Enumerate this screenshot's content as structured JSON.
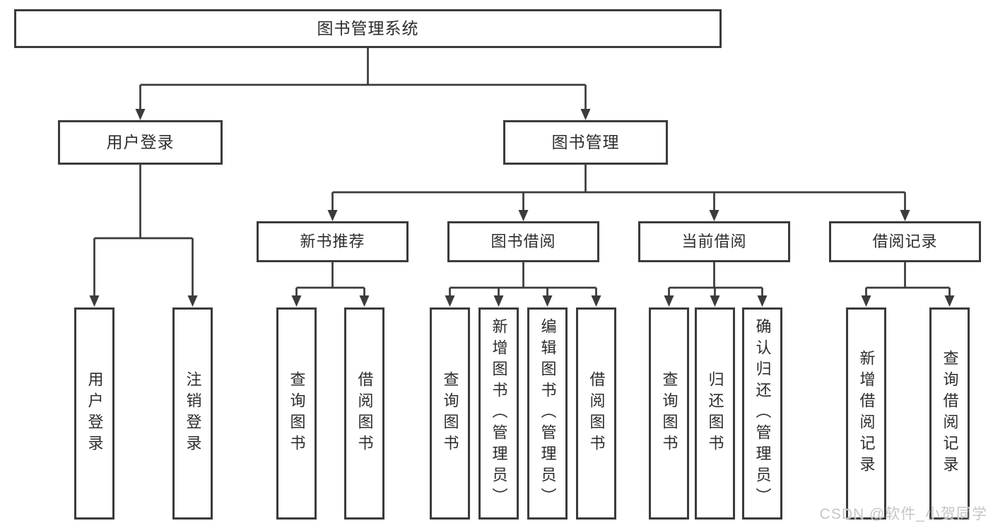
{
  "diagram": {
    "root": {
      "label": "图书管理系统"
    },
    "branches": [
      {
        "label": "用户登录",
        "children": [
          {
            "label": "用户登录"
          },
          {
            "label": "注销登录"
          }
        ]
      },
      {
        "label": "图书管理",
        "children": [
          {
            "label": "新书推荐",
            "children": [
              {
                "label": "查询图书"
              },
              {
                "label": "借阅图书"
              }
            ]
          },
          {
            "label": "图书借阅",
            "children": [
              {
                "label": "查询图书"
              },
              {
                "label": "新增图书（管理员）"
              },
              {
                "label": "编辑图书（管理员）"
              },
              {
                "label": "借阅图书"
              }
            ]
          },
          {
            "label": "当前借阅",
            "children": [
              {
                "label": "查询图书"
              },
              {
                "label": "归还图书"
              },
              {
                "label": "确认归还（管理员）"
              }
            ]
          },
          {
            "label": "借阅记录",
            "children": [
              {
                "label": "新增借阅记录"
              },
              {
                "label": "查询借阅记录"
              }
            ]
          }
        ]
      }
    ]
  },
  "watermark": "CSDN @软件_小贺同学",
  "colors": {
    "line": "#3b3b3b",
    "border": "#3b3b3b",
    "text": "#2d2d2d",
    "watermark": "#c6c6c6",
    "background": "#ffffff"
  }
}
